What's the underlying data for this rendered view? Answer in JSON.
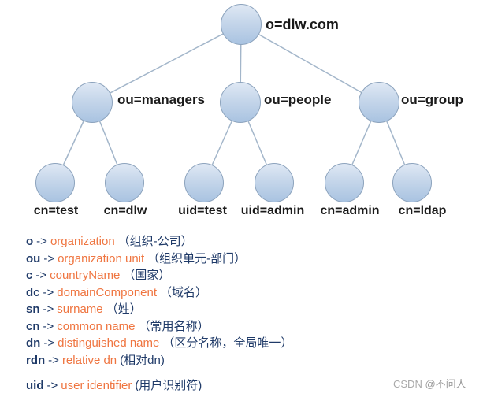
{
  "tree": {
    "root": {
      "label": "o=dlw.com"
    },
    "level2": [
      {
        "label": "ou=managers"
      },
      {
        "label": "ou=people"
      },
      {
        "label": "ou=group"
      }
    ],
    "leaves": [
      {
        "label": "cn=test"
      },
      {
        "label": "cn=dlw"
      },
      {
        "label": "uid=test"
      },
      {
        "label": "uid=admin"
      },
      {
        "label": "cn=admin"
      },
      {
        "label": "cn=ldap"
      }
    ]
  },
  "legend": {
    "arrow": "->",
    "items": [
      {
        "abbr": "o",
        "term": "organization",
        "note": "（组织-公司）"
      },
      {
        "abbr": "ou",
        "term": "organization unit",
        "note": "（组织单元-部门）"
      },
      {
        "abbr": "c",
        "term": "countryName",
        "note": "（国家）"
      },
      {
        "abbr": "dc",
        "term": "domainComponent",
        "note": "（域名）"
      },
      {
        "abbr": "sn",
        "term": "surname",
        "note": "（姓）"
      },
      {
        "abbr": "cn",
        "term": "common name",
        "note": "（常用名称）"
      },
      {
        "abbr": "dn",
        "term": "distinguished name",
        "note": "（区分名称，全局唯一）"
      },
      {
        "abbr": "rdn",
        "term": "relative dn",
        "note": "(相对dn)"
      },
      {
        "abbr": "uid",
        "term": "user identifier",
        "note": "(用户识别符)"
      }
    ]
  },
  "watermark": {
    "brand": "CSDN",
    "handle": "@不问人"
  },
  "colors": {
    "node_fill_top": "#dfe8f4",
    "node_fill_bottom": "#a9c3e1",
    "node_border": "#8ca3bd",
    "edge": "#a3b6ca",
    "tree_label": "#1b1b1b",
    "legend_navy": "#1f3a68",
    "legend_orange": "#ef7540",
    "watermark_gray": "#aaaaaa"
  }
}
